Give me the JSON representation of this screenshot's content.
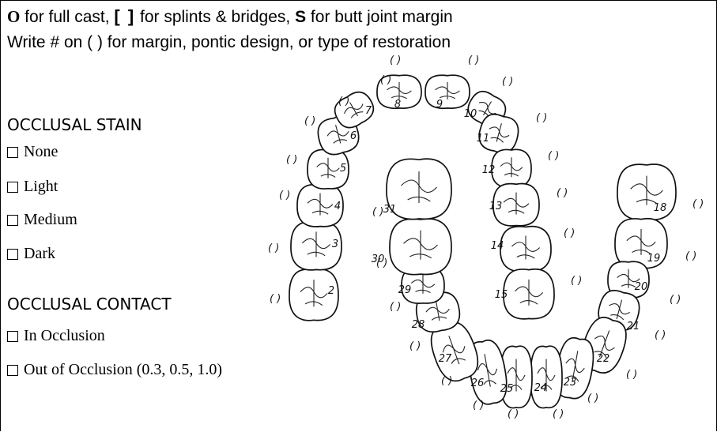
{
  "header": {
    "line1": {
      "sym_o": "O",
      "text_o": " for full cast,  ",
      "sym_bracket": "[ ]",
      "text_bracket": " for splints & bridges, ",
      "sym_s": "S",
      "text_s": " for butt joint margin"
    },
    "line2": "Write # on (   ) for margin, pontic design, or type of restoration"
  },
  "occlusal_stain": {
    "title": "OCCLUSAL STAIN",
    "options": [
      "None",
      "Light",
      "Medium",
      "Dark"
    ]
  },
  "occlusal_contact": {
    "title": "OCCLUSAL CONTACT",
    "options": [
      "In Occlusion",
      "Out of Occlusion (0.3, 0.5, 1.0)"
    ]
  },
  "tooth_chart": {
    "paren_label": "( )",
    "upper_arch": [
      "2",
      "3",
      "4",
      "5",
      "6",
      "7",
      "8",
      "9",
      "10",
      "11",
      "12",
      "13",
      "14",
      "15"
    ],
    "lower_arch": [
      "18",
      "19",
      "20",
      "21",
      "22",
      "23",
      "24",
      "25",
      "26",
      "27",
      "28",
      "29",
      "30",
      "31"
    ]
  }
}
